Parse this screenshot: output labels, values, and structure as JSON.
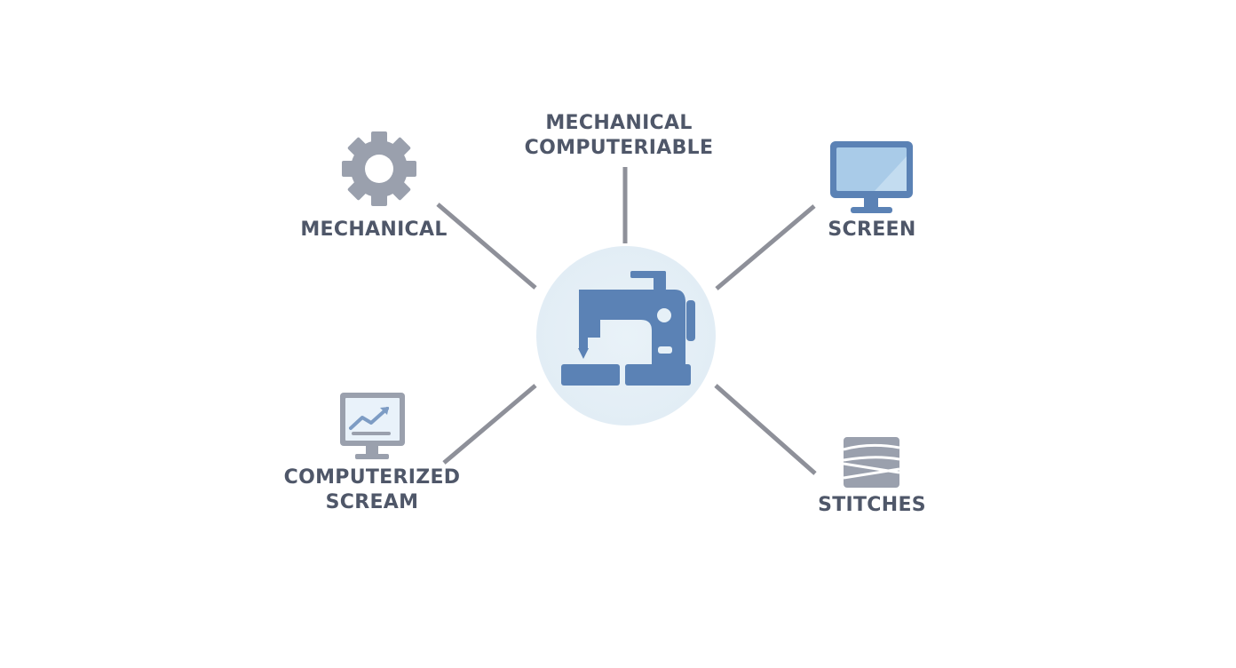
{
  "diagram": {
    "center": {
      "icon": "sewing-machine-icon"
    },
    "nodes": {
      "top": {
        "line1": "MECHANICAL",
        "line2": "COMPUTERIABLE"
      },
      "top_left": {
        "label": "MECHANICAL",
        "icon": "gear-icon"
      },
      "top_right": {
        "label": "SCREEN",
        "icon": "monitor-icon"
      },
      "bottom_left": {
        "line1": "COMPUTERIZED",
        "line2": "SCREAM",
        "icon": "monitor-chart-icon"
      },
      "bottom_right": {
        "label": "STITCHES",
        "icon": "stitches-icon"
      }
    },
    "colors": {
      "primary_blue": "#5b82b5",
      "icon_gray": "#9aa0ad",
      "connector_gray": "#8e9099",
      "hub_fill": "#e6f0f7",
      "text": "#4f5769"
    }
  }
}
